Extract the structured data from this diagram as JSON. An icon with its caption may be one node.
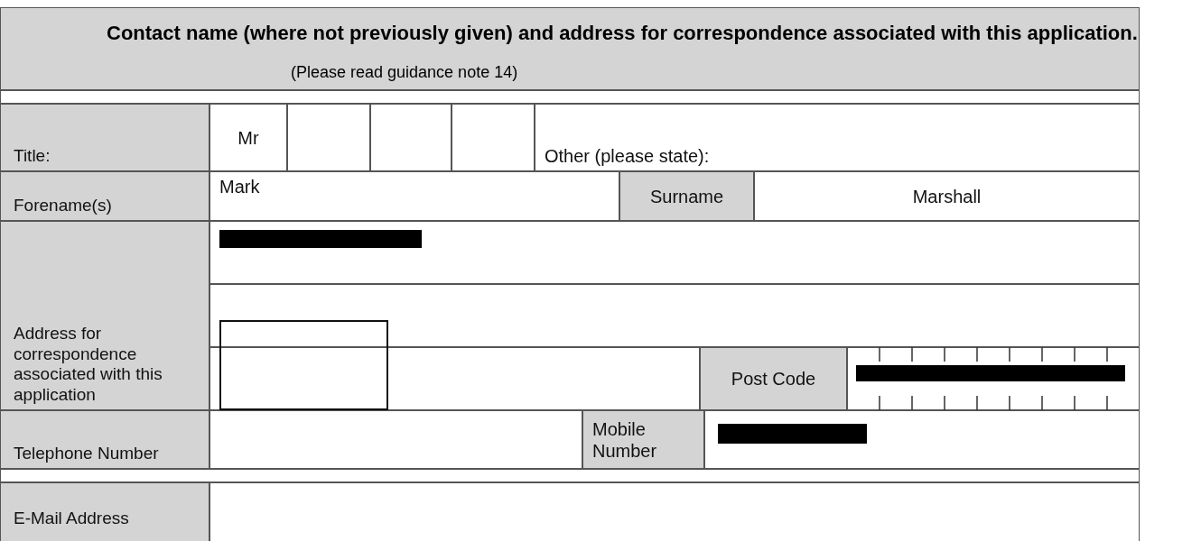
{
  "diagram": {
    "nodes": [
      {
        "text": [],
        "shape": "box"
      }
    ],
    "title": "Contact name (where not previously given) and address for correspondence associated with this application.",
    "labels": [
      "(Please read guidance note 14)",
      "Title:",
      "Mr",
      "Other (please state):",
      "Forename(s)",
      "Mark",
      "Surname",
      "Marshall",
      "Address for correspondence associated with this application",
      "Post Code",
      "Telephone Number",
      "Mobile Number",
      "E-Mail Address"
    ]
  }
}
